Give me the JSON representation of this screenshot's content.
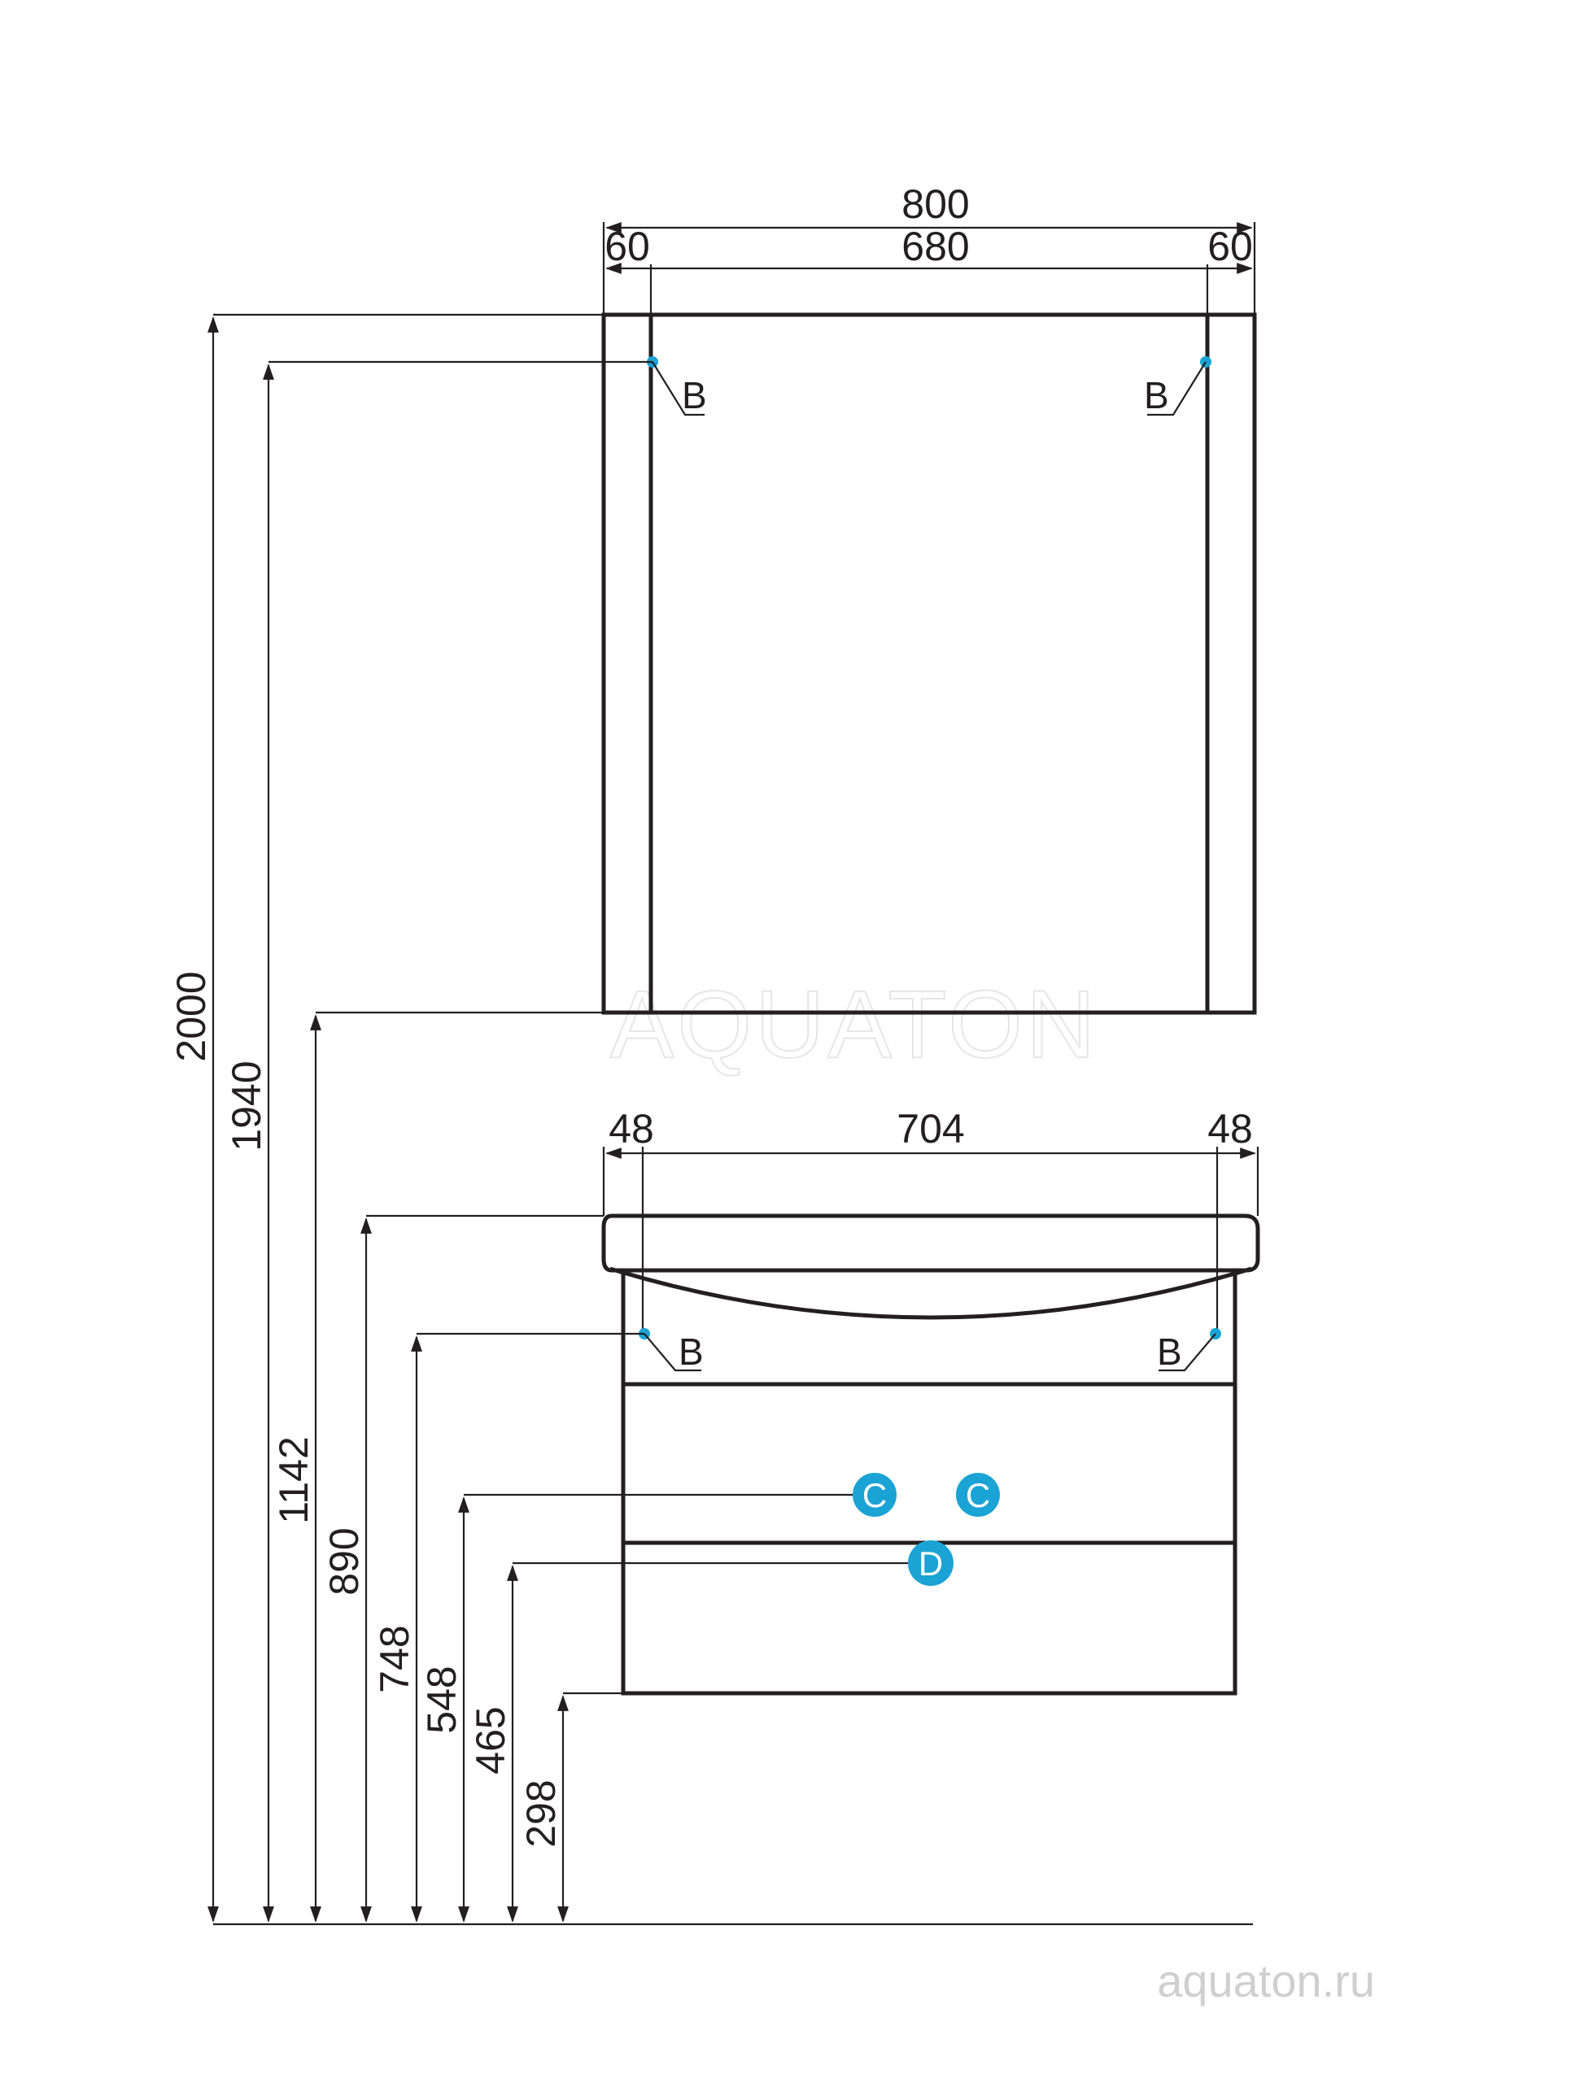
{
  "brand": {
    "watermark": "AQUATON",
    "website": "aquaton.ru",
    "accent_color": "#1aa3d4",
    "line_color": "#231f20"
  },
  "mirror": {
    "width_total": "800",
    "width_inner": "680",
    "side_left": "60",
    "side_right": "60",
    "mount_label_left": "B",
    "mount_label_right": "B"
  },
  "cabinet": {
    "width_inner": "704",
    "side_left": "48",
    "side_right": "48",
    "mount_label_left": "B",
    "mount_label_right": "B",
    "water_label_1": "C",
    "water_label_2": "C",
    "drain_label": "D"
  },
  "heights": [
    "2000",
    "1940",
    "1142",
    "890",
    "748",
    "548",
    "465",
    "298"
  ]
}
